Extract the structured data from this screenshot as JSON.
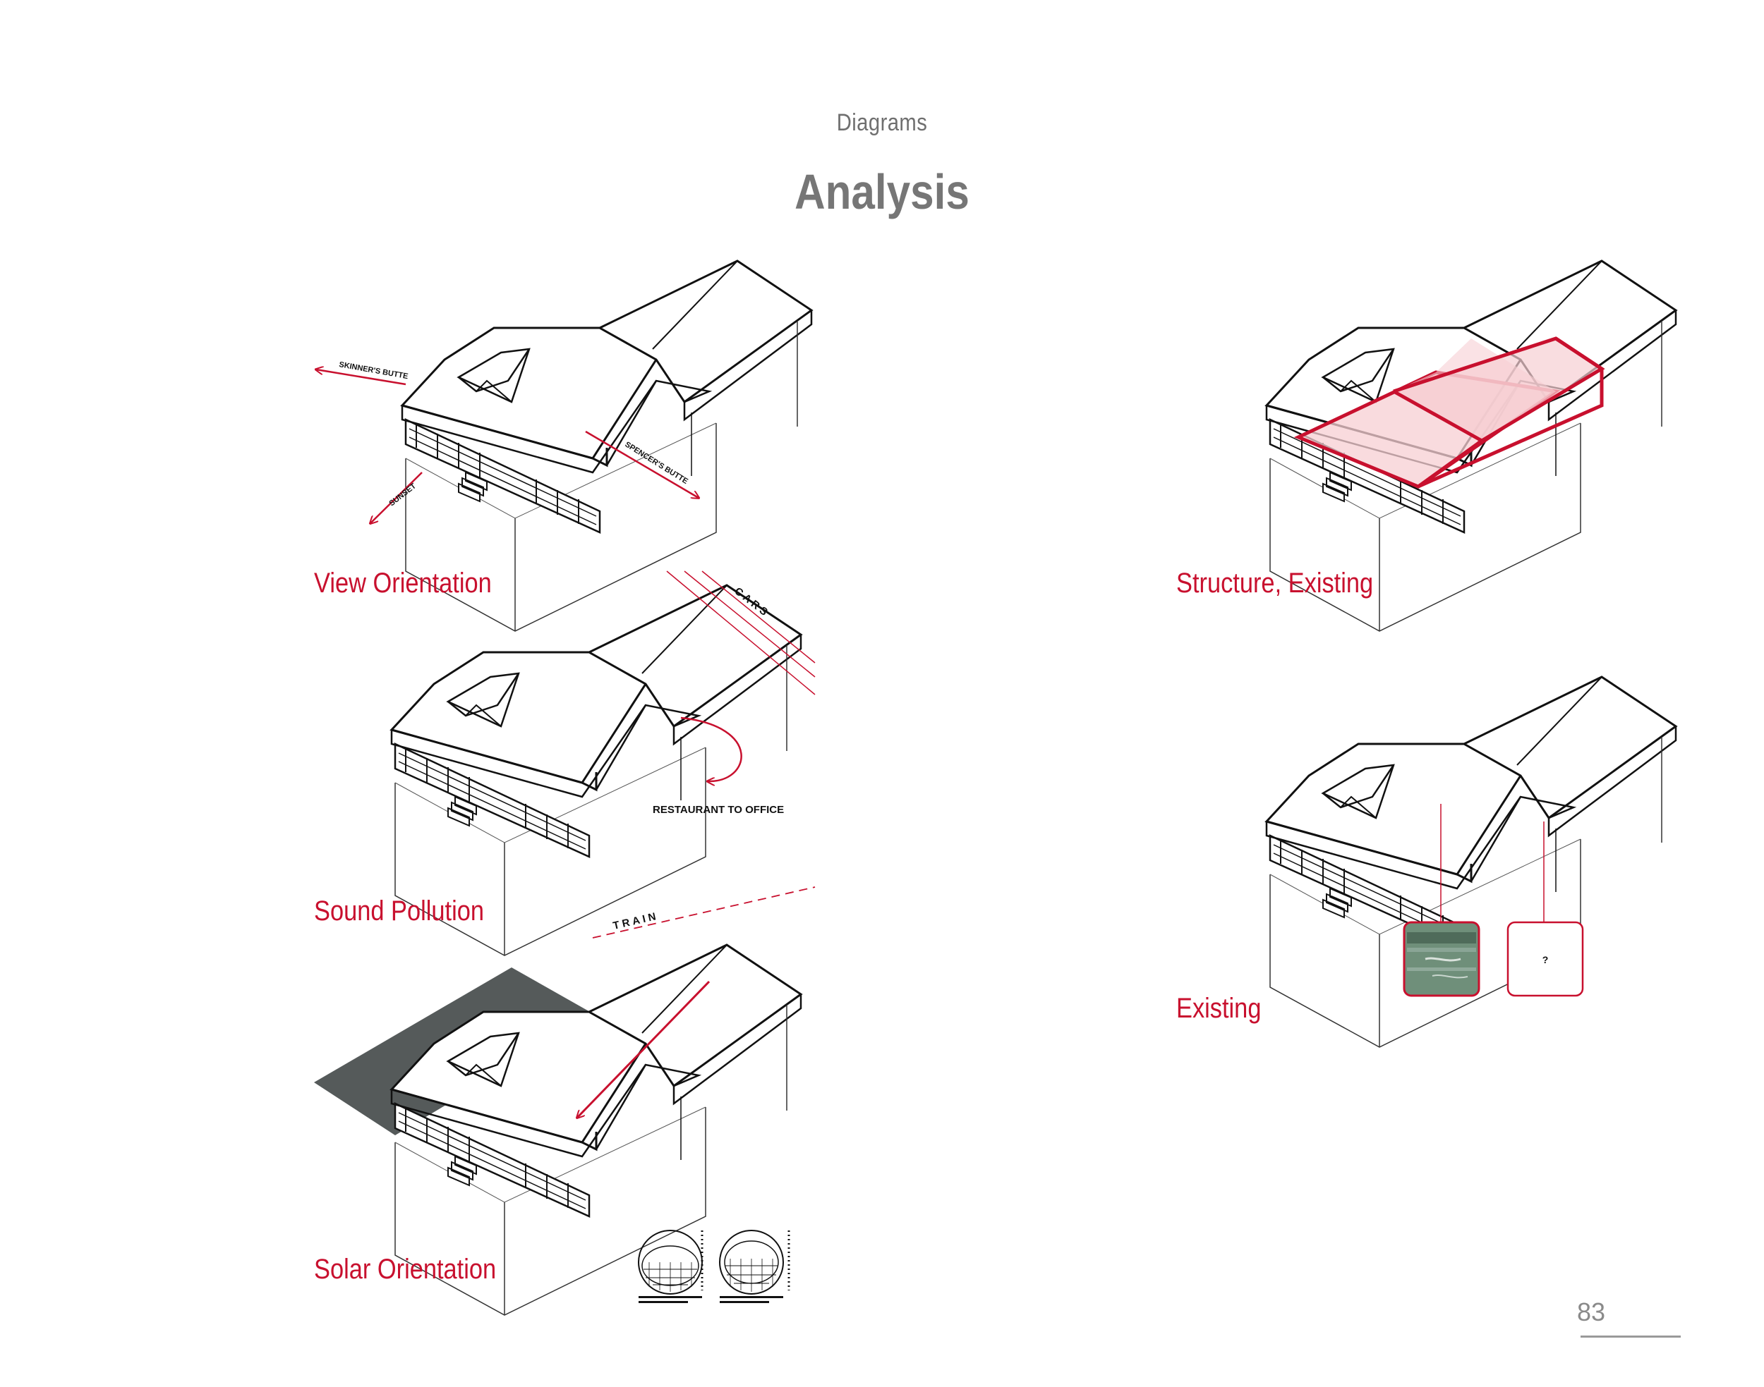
{
  "header": {
    "kicker": "Diagrams",
    "title": "Analysis"
  },
  "captions": {
    "view_orientation": "View Orientation",
    "sound_pollution": "Sound Pollution",
    "solar_orientation": "Solar Orientation",
    "structure_existing": "Structure, Existing",
    "existing": "Existing"
  },
  "annotations": {
    "skinners_butte": "SKINNER'S BUTTE",
    "spencers_butte": "SPENCER'S BUTTE",
    "sunset": "SUNSET",
    "cars": "CARS",
    "restaurant_to_office": "RESTAURANT TO OFFICE",
    "train": "TRAIN",
    "unknown_material": "?"
  },
  "footer": {
    "page_number": "83"
  },
  "colors": {
    "accent": "#c8102e",
    "title_gray": "#767676",
    "shadow": "#555a5a",
    "highlight_fill": "#f7cfd3",
    "siding_green": "#6f8f7a"
  }
}
